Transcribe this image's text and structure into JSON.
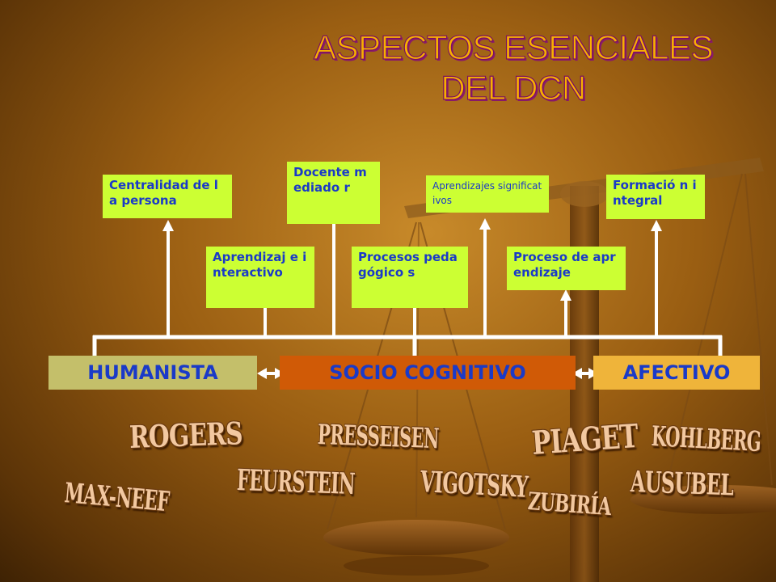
{
  "title": {
    "line1": "ASPECTOS ESENCIALES",
    "line2": "DEL DCN"
  },
  "top_boxes": [
    {
      "id": "centralidad",
      "label": "Centralidad de la persona"
    },
    {
      "id": "docente",
      "label": "Docente mediado r"
    },
    {
      "id": "aprendizajes-significativos",
      "label": "Aprendizajes significativos"
    },
    {
      "id": "formacion",
      "label": "Formació n integral"
    }
  ],
  "mid_boxes": [
    {
      "id": "aprendizaje-interactivo",
      "label": "Aprendizaj e interactivo"
    },
    {
      "id": "procesos",
      "label": "Procesos pedagógico s"
    },
    {
      "id": "proceso-aprendizaje",
      "label": "Proceso de aprendizaje"
    }
  ],
  "bands": {
    "humanista": "HUMANISTA",
    "socio": "SOCIO COGNITIVO",
    "afectivo": "AFECTIVO"
  },
  "names": {
    "rogers": "ROGERS",
    "presseisen": "PRESSEISEN",
    "piaget": "PIAGET",
    "kohlberg": "KOHLBERG",
    "max_neef": "MAX-NEEF",
    "feurstein": "FEURSTEIN",
    "vigotsky": "VIGOTSKY",
    "ausubel": "AUSUBEL",
    "zubiria": "ZUBIRÍA"
  },
  "colors": {
    "title": "#f7b000",
    "box_fill": "#ccff33",
    "box_text": "#1a3ac8",
    "humanista_fill": "#c4bf6a",
    "socio_fill": "#d05a06",
    "afectivo_fill": "#efb43a"
  }
}
